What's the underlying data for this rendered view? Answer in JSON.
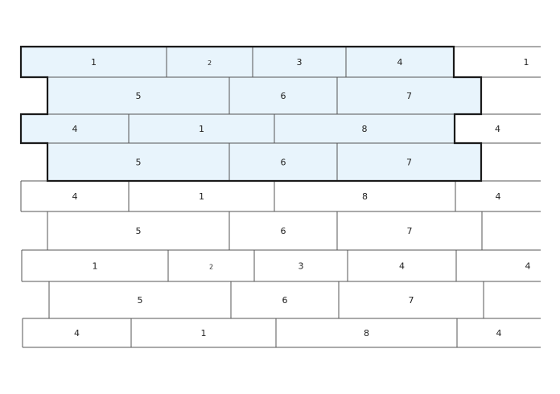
{
  "rows": [
    {
      "cells": [
        "1",
        "2",
        "3",
        "4",
        "1"
      ],
      "highlighted": true
    },
    {
      "cells": [
        "5",
        "6",
        "7"
      ],
      "highlighted": true
    },
    {
      "cells": [
        "4",
        "1",
        "8",
        "4"
      ],
      "highlighted": true
    },
    {
      "cells": [
        "5",
        "6",
        "7"
      ],
      "highlighted": true
    },
    {
      "cells": [
        "4",
        "1",
        "8",
        "4"
      ],
      "highlighted": false
    },
    {
      "cells": [
        "5",
        "6",
        "7"
      ],
      "highlighted": false
    },
    {
      "cells": [
        "1",
        "2",
        "3",
        "4",
        "4"
      ],
      "highlighted": false
    },
    {
      "cells": [
        "5",
        "6",
        "7"
      ],
      "highlighted": false
    },
    {
      "cells": [
        "4",
        "1",
        "8",
        "4"
      ],
      "highlighted": false
    }
  ],
  "colors": {
    "highlight_fill": "#e8f4fc",
    "plain_fill": "#ffffff",
    "line": "#555555",
    "outline": "#1a1a1a"
  }
}
